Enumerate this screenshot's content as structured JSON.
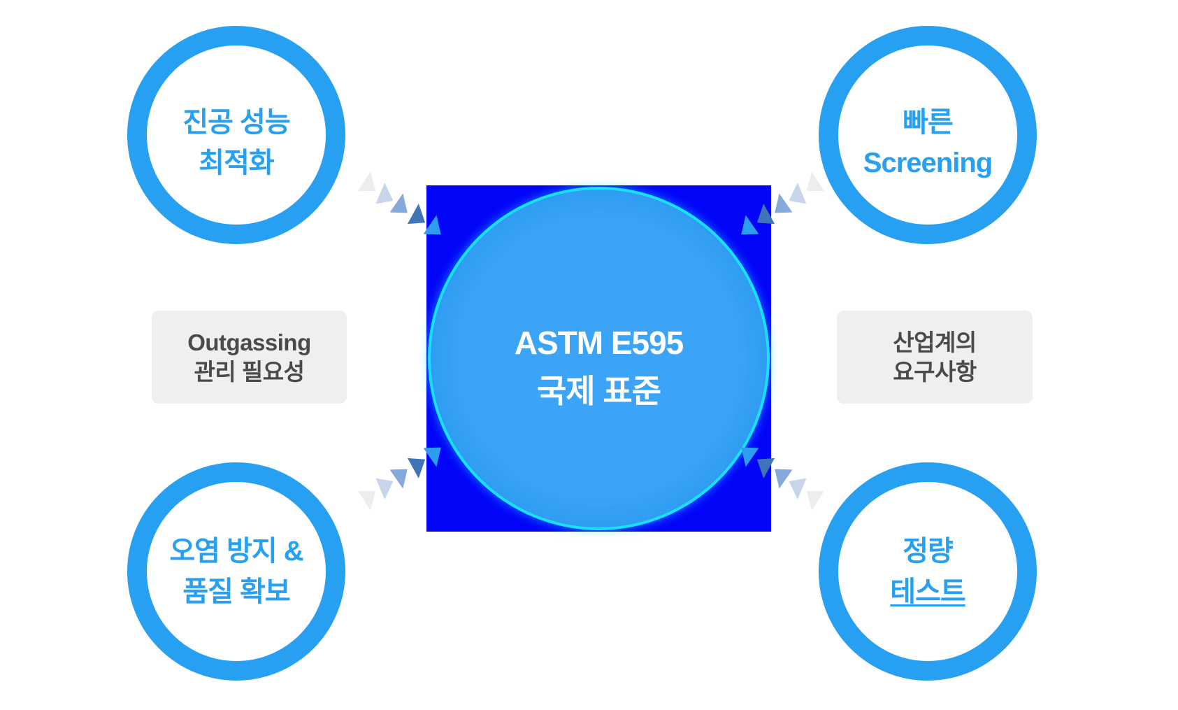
{
  "diagram": {
    "center": {
      "title_line1": "ASTM E595",
      "title_line2": "국제 표준"
    },
    "nodes": {
      "top_left": {
        "line1": "진공 성능",
        "line2": "최적화"
      },
      "top_right": {
        "line1": "빠른",
        "line2": "Screening"
      },
      "bottom_left": {
        "line1": "오염 방지 &",
        "line2": "품질 확보"
      },
      "bottom_right": {
        "line1": "정량",
        "line2": "테스트"
      }
    },
    "labels": {
      "left": {
        "line1": "Outgassing",
        "line2": "관리 필요성"
      },
      "right": {
        "line1": "산업계의",
        "line2": "요구사항"
      }
    }
  },
  "colors": {
    "accent": "#27A0F2",
    "square": "#0305F8",
    "ring": "#17E2FD",
    "circle-inner": "#3BA4F6",
    "circle-outer": "#2E9CF1",
    "title-text": "#FFFFFF",
    "label-bg": "#EFEFEF",
    "label-text": "#4A4A4A",
    "arrow-1": "#ECEDEF",
    "arrow-2": "#C7D5EB",
    "arrow-3": "#85A9DA",
    "arrow-4": "#3F74B6",
    "arrow-5": "#2D9DF1"
  }
}
